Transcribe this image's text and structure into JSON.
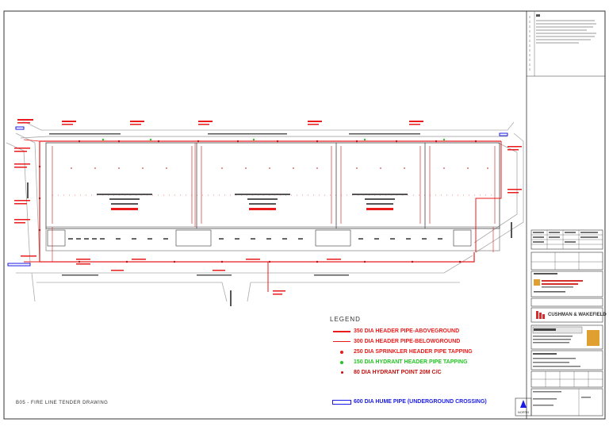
{
  "drawing_title": "B05 - FIRE LINE TENDER DRAWING",
  "legend": {
    "title": "LEGEND",
    "items": [
      {
        "symbol": "line-red",
        "color": "#e81c1c",
        "label": "350 DIA HEADER PIPE-ABOVEGROUND"
      },
      {
        "symbol": "line-red-thin",
        "color": "#e81c1c",
        "label": "300 DIA HEADER PIPE-BELOWGROUND"
      },
      {
        "symbol": "dot",
        "color": "#e81c1c",
        "label": "250 DIA SPRINKLER HEADER PIPE TAPPING"
      },
      {
        "symbol": "dot",
        "color": "#22c422",
        "label": "150 DIA HYDRANT HEADER PIPE TAPPING"
      },
      {
        "symbol": "dot",
        "color": "#c41010",
        "label": "80 DIA HYDRANT POINT 20M C/C"
      },
      {
        "symbol": "gap",
        "color": "",
        "label": ""
      },
      {
        "symbol": "box-blue",
        "color": "#1a1ae6",
        "label": "600 DIA HUME PIPE (UNDERGROUND CROSSING)"
      }
    ]
  },
  "title_block": {
    "consultant": "CUSHMAN & WAKEFIELD",
    "north_label": "NORTH"
  },
  "colors": {
    "frame": "#333333",
    "pipe": "#e81c1c",
    "hydrant": "#22c422",
    "hume": "#1a1ae6",
    "building": "#444444",
    "consultant_logo": "#d42e2e",
    "gold_logo": "#e0a030"
  }
}
